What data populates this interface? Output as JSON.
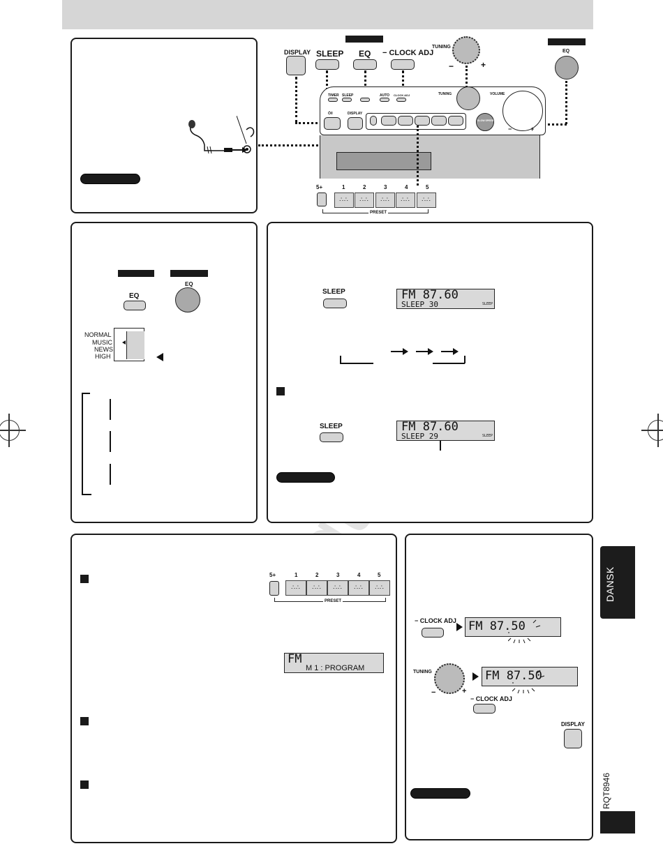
{
  "top_diagram": {
    "display_label": "DISPLAY",
    "sleep_label": "SLEEP",
    "eq_label": "EQ",
    "clock_adj_label": "CLOCK ADJ",
    "tuning_label": "TUNING",
    "tuning_minus": "−",
    "tuning_plus": "+",
    "eq_right_label": "EQ",
    "unit": {
      "timer_label": "TIMER",
      "sleep_label": "SLEEP",
      "auto_label": "AUTO",
      "clock_adj_label": "CLOCK ADJ",
      "tuning_label": "TUNING",
      "volume_label": "VOLUME",
      "power_label": "Ó/I",
      "display_label": "DISPLAY",
      "slow_speed_label": "SLOW SPEED",
      "minus": "−",
      "plus": "+"
    },
    "presets": {
      "five_plus": "5+",
      "numbers": [
        "1",
        "2",
        "3",
        "4",
        "5"
      ],
      "label": "PRESET"
    }
  },
  "eq_panel": {
    "eq_label": "EQ",
    "eq_right_label": "EQ",
    "modes": [
      "NORMAL",
      "MUSIC",
      "NEWS",
      "HIGH"
    ]
  },
  "sleep_panel": {
    "sleep_label": "SLEEP",
    "lcd1": {
      "line1": "FM  87.60",
      "line2": "SLEEP   30",
      "indicator": "SLEEP"
    },
    "lcd2": {
      "line1": "FM  87.60",
      "line2": "SLEEP   29",
      "indicator": "SLEEP"
    }
  },
  "preset_panel": {
    "five_plus": "5+",
    "numbers": [
      "1",
      "2",
      "3",
      "4",
      "5"
    ],
    "label": "PRESET",
    "lcd": {
      "line1": "FM",
      "line2": "M  1 : PROGRAM"
    }
  },
  "clock_panel": {
    "clock_adj_label": "CLOCK ADJ",
    "lcd1": "FM  87.50",
    "tuning_label": "TUNING",
    "lcd2": "FM  87.50",
    "clock_adj_label2": "CLOCK ADJ",
    "display_label": "DISPLAY"
  },
  "side": {
    "tab_label": "DANSK",
    "doc_code": "RQT8946"
  },
  "watermark": "all-guides.com"
}
